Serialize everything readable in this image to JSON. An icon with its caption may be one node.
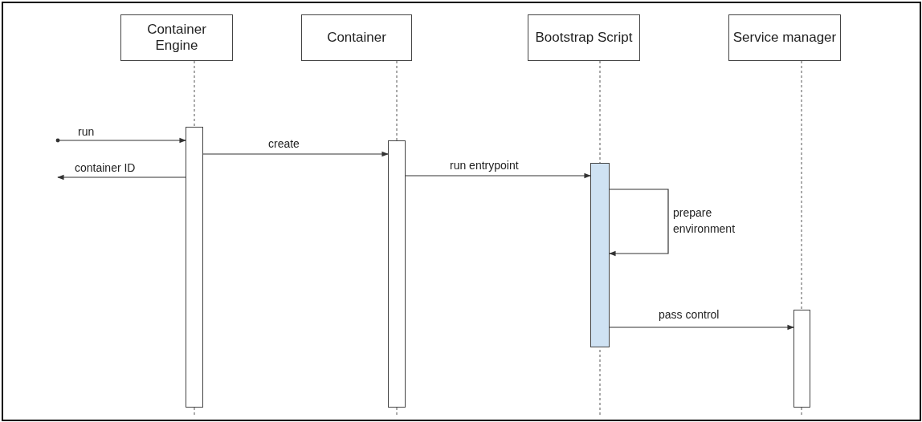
{
  "diagram": {
    "nodes": [
      {
        "text": [
          "Container Engine"
        ]
      },
      {
        "text": [
          "Container"
        ]
      },
      {
        "text": [
          "Bootstrap Script"
        ]
      },
      {
        "text": [
          "Service manager"
        ]
      },
      {
        "text": [],
        "shape": "bar"
      },
      {
        "text": [],
        "shape": "bar"
      },
      {
        "text": [],
        "shape": "bar"
      },
      {
        "text": [],
        "shape": "bar"
      }
    ],
    "edges": [
      {
        "from": null,
        "to": 4,
        "arrow": "to",
        "label": "run"
      },
      {
        "from": 4,
        "to": 5,
        "arrow": "to",
        "label": "create"
      },
      {
        "from": 4,
        "to": null,
        "arrow": "to",
        "label": "container ID"
      },
      {
        "from": 5,
        "to": 6,
        "arrow": "to",
        "label": "run entrypoint"
      },
      {
        "from": 6,
        "to": 6,
        "arrow": "to",
        "label": "prepare environment"
      },
      {
        "from": 6,
        "to": 7,
        "arrow": "to",
        "label": "pass control"
      }
    ]
  }
}
